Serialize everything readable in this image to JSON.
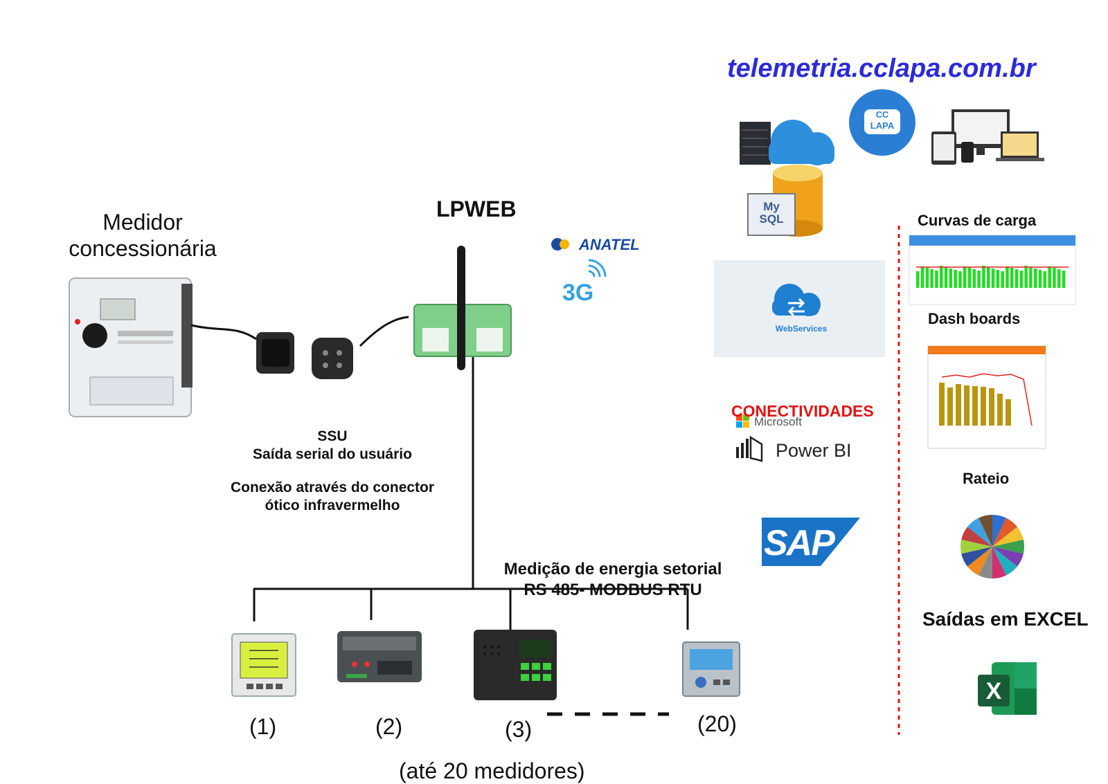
{
  "header": {
    "url": "telemetria.cclapa.com.br"
  },
  "left": {
    "meter_title_line1": "Medidor",
    "meter_title_line2": "concessionária",
    "ssu_title": "SSU",
    "ssu_subtitle": "Saída serial do usuário",
    "connection_line1": "Conexão através do conector",
    "connection_line2": "ótico infravermelho"
  },
  "center": {
    "device_title": "LPWEB",
    "anatel_label": "ANATEL",
    "network_label": "3G",
    "bus_title_line1": "Medição de energia setorial",
    "bus_title_line2": "RS 485- MODBUS RTU",
    "meters": [
      "(1)",
      "(2)",
      "(3)",
      "(20)"
    ],
    "max_meters": "(até 20 medidores)"
  },
  "cloud": {
    "badge_line1": "CC",
    "badge_line2": "LAPA",
    "mysql_line1": "My",
    "mysql_line2": "SQL",
    "webservices_label": "WebServices",
    "connectivity_title": "CONECTIVIDADES",
    "microsoft_label": "Microsoft",
    "powerbi_label": "Power BI",
    "sap_label": "SAP"
  },
  "outputs": {
    "load_curves": "Curvas de carga",
    "dashboards": "Dash boards",
    "apportion": "Rateio",
    "excel_title": "Saídas em EXCEL",
    "excel_letter": "X"
  },
  "colors": {
    "url": "#2b2bd9",
    "connectivity": "#e01414",
    "divider": "#e01414",
    "device_green": "#7fcf8a",
    "bars_green": "#22dd22",
    "bars_gold": "#b8960f",
    "excel_green": "#1d6f42",
    "sap_blue": "#1a73c7"
  }
}
